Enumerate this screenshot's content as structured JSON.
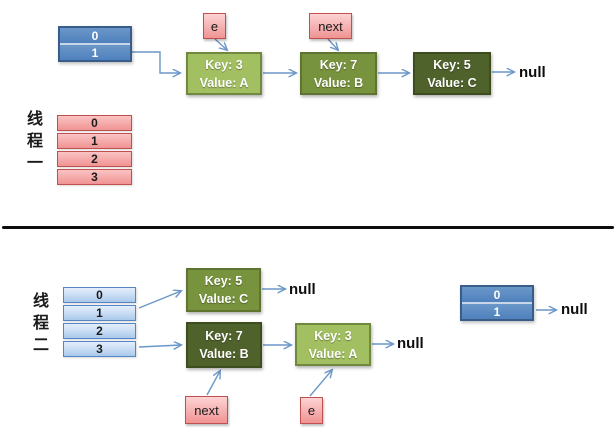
{
  "colors": {
    "arrow_color": "#6b96c8",
    "dark_blue_fill": "#4f81bd",
    "dark_blue_fill_light": "#6b97c9",
    "dark_blue_border": "#385d8a",
    "light_blue_fill": "#cfe1f6",
    "light_blue_fill2": "#aac8ea",
    "light_blue_border": "#5585c2",
    "pink_fill": "#fbc3c3",
    "pink_fill2": "#f09393",
    "pink_border": "#c0504d",
    "light_green_fill": "#a2bf61",
    "light_green_border": "#70893e",
    "olive_fill": "#78933d",
    "olive_border": "#5e7430",
    "dark_olive_fill": "#50622b",
    "dark_olive_border": "#3e4d20",
    "divider_color": "#0d0d0d",
    "text_dark": "#1a1a1a",
    "text_light": "#ffffff"
  },
  "top": {
    "thread_label": "线程一",
    "bucket_table": {
      "rows": [
        "0",
        "1"
      ]
    },
    "hash_table": {
      "rows": [
        "0",
        "1",
        "2",
        "3"
      ]
    },
    "pointer_e": "e",
    "pointer_next": "next",
    "node_key3": {
      "key": "Key: 3",
      "value": "Value: A"
    },
    "node_key7": {
      "key": "Key: 7",
      "value": "Value: B"
    },
    "node_key5": {
      "key": "Key: 5",
      "value": "Value: C"
    },
    "null_label": "null"
  },
  "bottom": {
    "thread_label": "线程二",
    "hash_table": {
      "rows": [
        "0",
        "1",
        "2",
        "3"
      ]
    },
    "node_key5": {
      "key": "Key: 5",
      "value": "Value: C"
    },
    "node_key7": {
      "key": "Key: 7",
      "value": "Value: B"
    },
    "node_key3": {
      "key": "Key: 3",
      "value": "Value: A"
    },
    "pointer_next": "next",
    "pointer_e": "e",
    "null_after_key5": "null",
    "null_after_key3": "null",
    "bucket_table": {
      "rows": [
        "0",
        "1"
      ]
    },
    "null_after_bucket": "null"
  }
}
